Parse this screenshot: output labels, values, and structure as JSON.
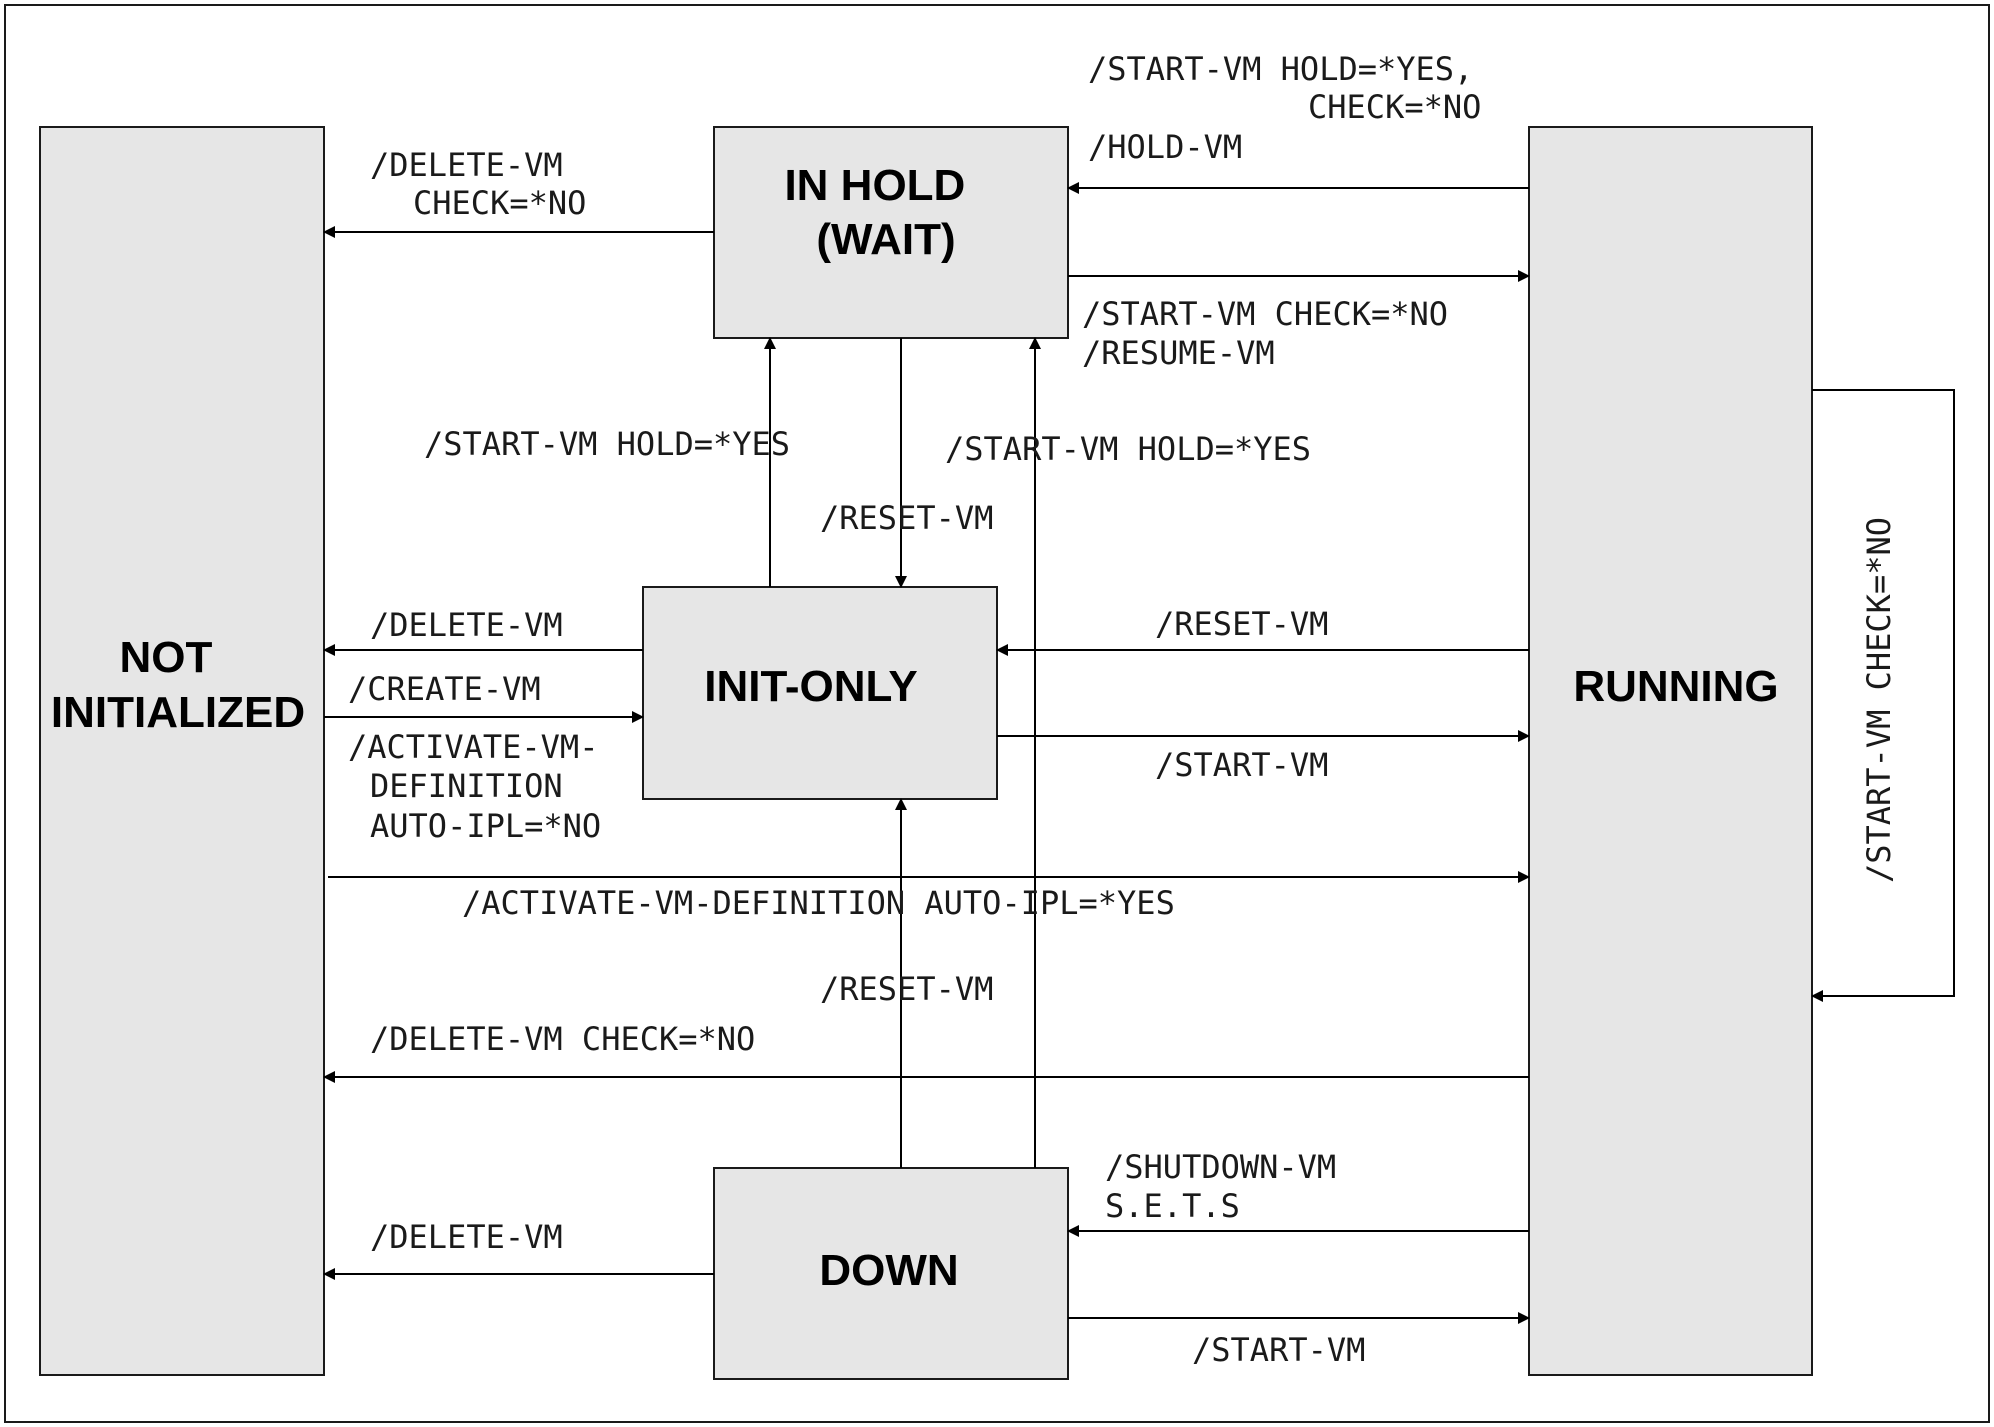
{
  "states": {
    "not_initialized": [
      "NOT",
      "INITIALIZED"
    ],
    "in_hold": [
      "IN HOLD",
      "(WAIT)"
    ],
    "init_only": "INIT-ONLY",
    "running": "RUNNING",
    "down": "DOWN"
  },
  "transitions": {
    "running_to_hold": [
      "/START-VM HOLD=*YES,",
      "CHECK=*NO",
      "/HOLD-VM"
    ],
    "hold_to_not_init": [
      "/DELETE-VM",
      "CHECK=*NO"
    ],
    "hold_to_running": [
      "/START-VM CHECK=*NO",
      "/RESUME-VM"
    ],
    "init_to_hold": "/START-VM HOLD=*YES",
    "down_to_hold": "/START-VM HOLD=*YES",
    "hold_to_init": "/RESET-VM",
    "init_to_not_init": "/DELETE-VM",
    "not_init_to_init": [
      "/CREATE-VM",
      "/ACTIVATE-VM-",
      "DEFINITION",
      "AUTO-IPL=*NO"
    ],
    "running_to_init": "/RESET-VM",
    "init_to_running": "/START-VM",
    "not_init_to_running": "/ACTIVATE-VM-DEFINITION AUTO-IPL=*YES",
    "down_to_init": "/RESET-VM",
    "running_to_not_init": "/DELETE-VM CHECK=*NO",
    "running_to_down": [
      "/SHUTDOWN-VM",
      "S.E.T.S"
    ],
    "down_to_not_init": "/DELETE-VM",
    "down_to_running": "/START-VM",
    "running_self_loop": "/START-VM CHECK=*NO"
  }
}
